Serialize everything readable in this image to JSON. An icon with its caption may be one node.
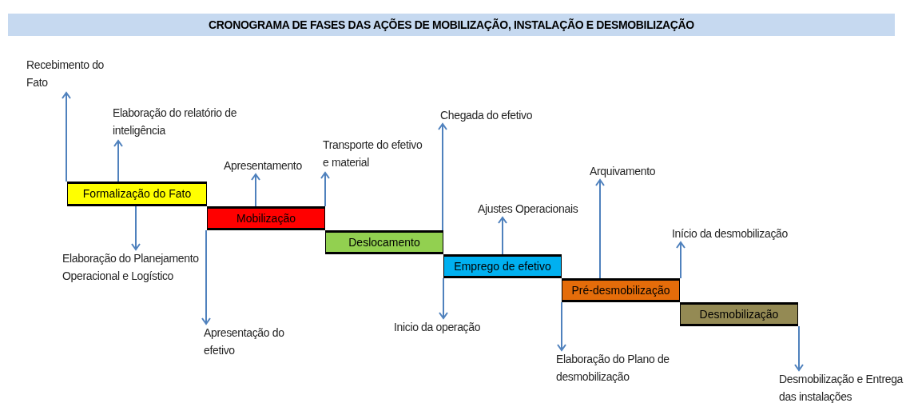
{
  "diagram": {
    "title": "CRONOGRAMA DE FASES DAS AÇÕES DE MOBILIZAÇÃO, INSTALAÇÃO E DESMOBILIZAÇÃO",
    "nodes": [
      {
        "text": [
          "Formalização do Fato"
        ]
      },
      {
        "text": [
          "Mobilização"
        ]
      },
      {
        "text": [
          "Deslocamento"
        ]
      },
      {
        "text": [
          "Emprego de efetivo"
        ]
      },
      {
        "text": [
          "Pré-desmobilização"
        ]
      },
      {
        "text": [
          "Desmobilização"
        ]
      },
      {
        "text": [
          "Recebimento do Fato"
        ]
      },
      {
        "text": [
          "Elaboração do relatório de inteligência"
        ]
      },
      {
        "text": [
          "Elaboração do Planejamento Operacional e Logístico"
        ]
      },
      {
        "text": [
          "Apresentamento"
        ]
      },
      {
        "text": [
          "Transporte do efetivo e material"
        ]
      },
      {
        "text": [
          "Apresentação do efetivo"
        ]
      },
      {
        "text": [
          "Chegada do efetivo"
        ]
      },
      {
        "text": [
          "Inicio da operação"
        ]
      },
      {
        "text": [
          "Ajustes Operacionais"
        ]
      },
      {
        "text": [
          "Arquivamento"
        ]
      },
      {
        "text": [
          "Elaboração do Plano de desmobilização"
        ]
      },
      {
        "text": [
          "Início da desmobilização"
        ]
      },
      {
        "text": [
          "Desmobilização e Entrega das instalações"
        ]
      }
    ],
    "edges": [
      {
        "from": 0,
        "to": 6,
        "arrow": "to"
      },
      {
        "from": 0,
        "to": 7,
        "arrow": "to"
      },
      {
        "from": 0,
        "to": 8,
        "arrow": "to"
      },
      {
        "from": 1,
        "to": 9,
        "arrow": "to"
      },
      {
        "from": 1,
        "to": 10,
        "arrow": "to"
      },
      {
        "from": 1,
        "to": 11,
        "arrow": "to"
      },
      {
        "from": 2,
        "to": 12,
        "arrow": "to"
      },
      {
        "from": 3,
        "to": 13,
        "arrow": "to"
      },
      {
        "from": 3,
        "to": 14,
        "arrow": "to"
      },
      {
        "from": 4,
        "to": 15,
        "arrow": "to"
      },
      {
        "from": 4,
        "to": 16,
        "arrow": "to"
      },
      {
        "from": 4,
        "to": 17,
        "arrow": "to"
      },
      {
        "from": 5,
        "to": 18,
        "arrow": "to"
      }
    ]
  }
}
